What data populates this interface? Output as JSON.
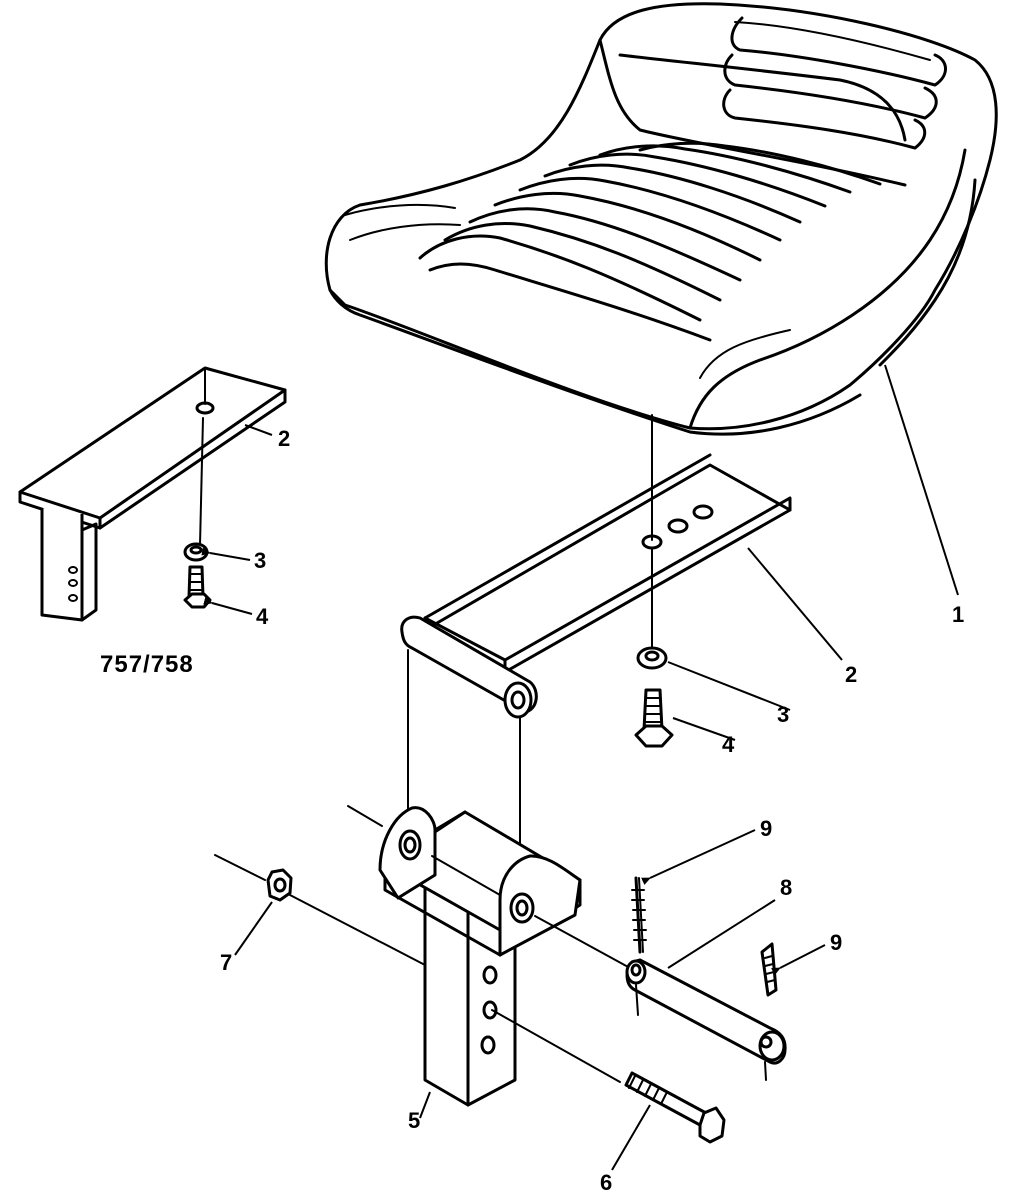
{
  "figure": {
    "model_label": "757/758",
    "callouts": {
      "c1": "1",
      "c2_small": "2",
      "c3_small": "3",
      "c4_small": "4",
      "c2": "2",
      "c3": "3",
      "c4": "4",
      "c5": "5",
      "c6": "6",
      "c7": "7",
      "c8": "8",
      "c9_upper": "9",
      "c9_right": "9"
    }
  }
}
